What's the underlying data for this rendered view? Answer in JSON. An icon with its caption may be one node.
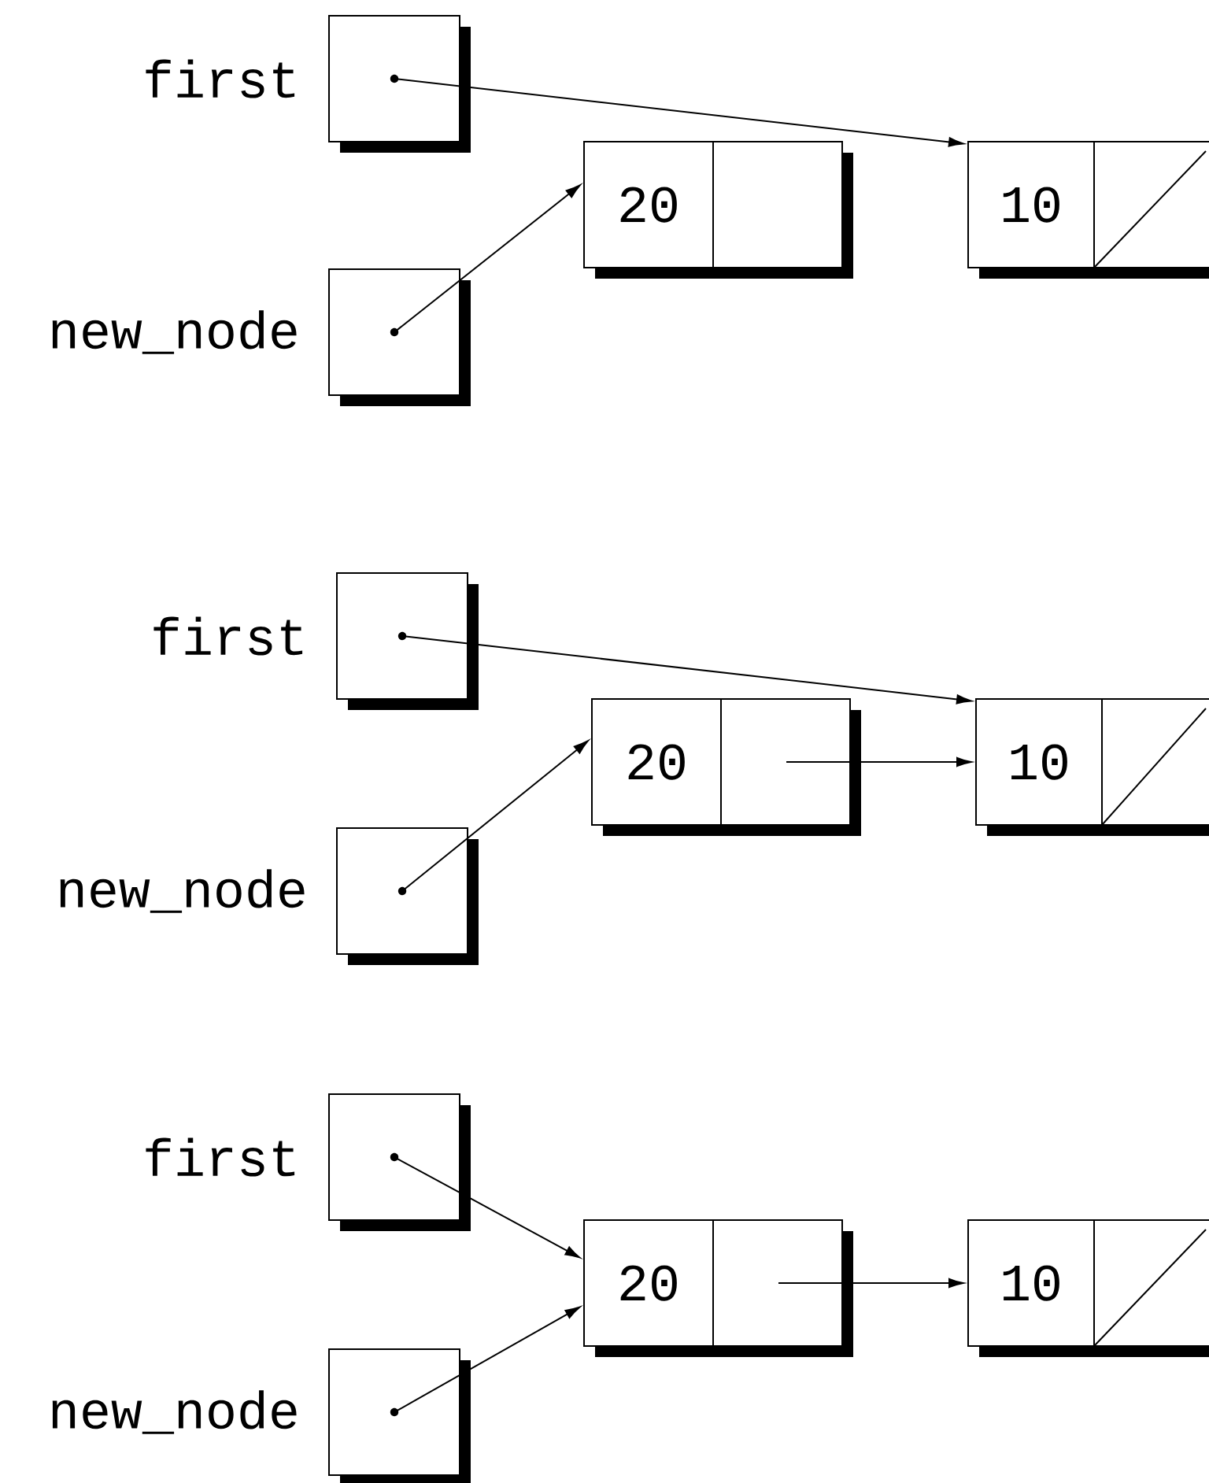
{
  "diagram": {
    "nodes": [
      {
        "text": [
          "first"
        ]
      },
      {
        "text": [
          "new_node"
        ]
      },
      {
        "text": [
          "20"
        ]
      },
      {
        "text": [
          "10"
        ]
      },
      {
        "text": [
          "first"
        ]
      },
      {
        "text": [
          "new_node"
        ]
      },
      {
        "text": [
          "20"
        ]
      },
      {
        "text": [
          "10"
        ]
      },
      {
        "text": [
          "first"
        ]
      },
      {
        "text": [
          "new_node"
        ]
      },
      {
        "text": [
          "20"
        ]
      },
      {
        "text": [
          "10"
        ]
      }
    ],
    "edges": [
      {
        "from": 0,
        "to": 3,
        "arrow": "to"
      },
      {
        "from": 1,
        "to": 2,
        "arrow": "to"
      },
      {
        "from": 4,
        "to": 7,
        "arrow": "to"
      },
      {
        "from": 5,
        "to": 6,
        "arrow": "to"
      },
      {
        "from": 6,
        "to": 7,
        "arrow": "to"
      },
      {
        "from": 8,
        "to": 10,
        "arrow": "to"
      },
      {
        "from": 9,
        "to": 10,
        "arrow": "to"
      },
      {
        "from": 10,
        "to": 11,
        "arrow": "to"
      }
    ]
  }
}
